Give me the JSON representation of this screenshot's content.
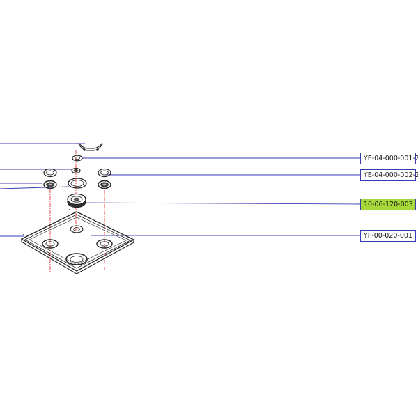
{
  "callouts": [
    {
      "label": "YE-04-000-001-2",
      "highlighted": false
    },
    {
      "label": "YE-04-000-002-2",
      "highlighted": false
    },
    {
      "label": "10-06-120-003",
      "highlighted": true
    },
    {
      "label": "YP-00-020-001",
      "highlighted": false
    }
  ],
  "colors": {
    "leader_line": "#3a3ab0",
    "centerline": "#e02020",
    "highlight": "#a6d83a",
    "part_stroke": "#222222"
  }
}
